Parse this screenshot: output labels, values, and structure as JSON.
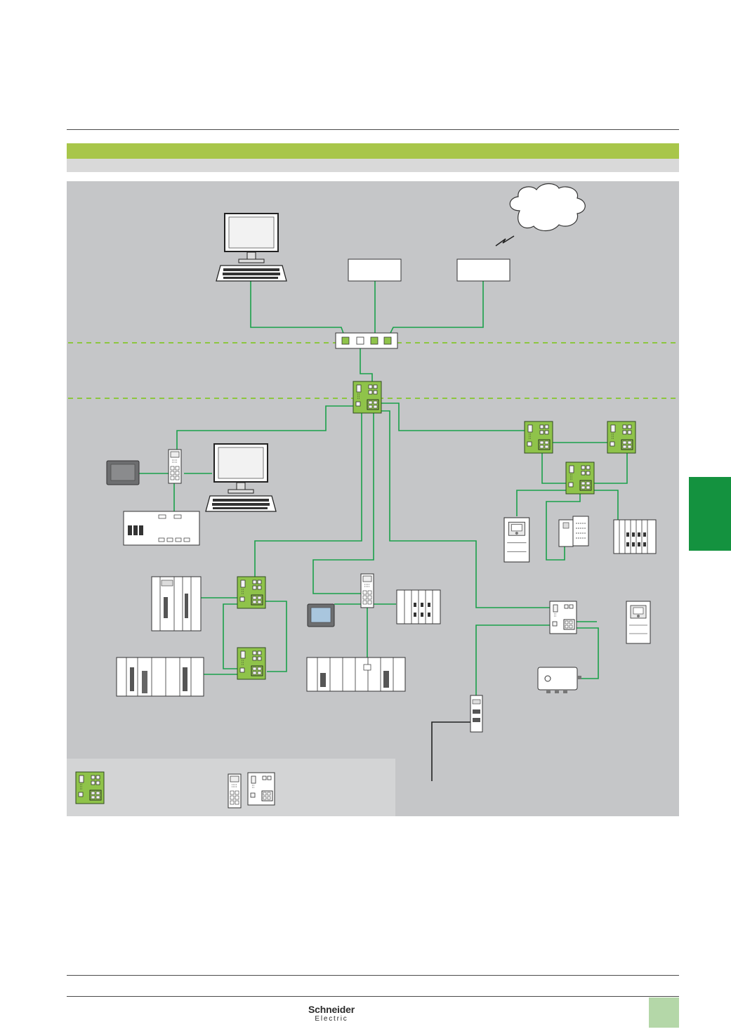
{
  "footer": {
    "logo_line1": "Schneider",
    "logo_line2": "Electric"
  },
  "colors": {
    "title_band": "#a8c64a",
    "subtitle_band": "#d9d9d9",
    "diagram_background": "#c5c6c8",
    "legend_background": "#d3d4d5",
    "ethernet_cable": "#1aa04a",
    "zone_divider": "#8cc63f",
    "side_tab": "#14923f",
    "page_number_box": "#b4d7a8",
    "managed_switch": "#8fc34a"
  },
  "diagram": {
    "icons": [
      "cloud-icon",
      "wireless-link-icon",
      "desktop-computer-icon",
      "unlabeled-box",
      "office-ethernet-switch-icon",
      "managed-switch-icon",
      "unmanaged-switch-icon",
      "hmi-panel-icon",
      "plc-rack-icon",
      "variable-speed-drive-icon",
      "io-module-icon",
      "motor-starter-box-icon",
      "din-rail-gateway-icon"
    ]
  }
}
